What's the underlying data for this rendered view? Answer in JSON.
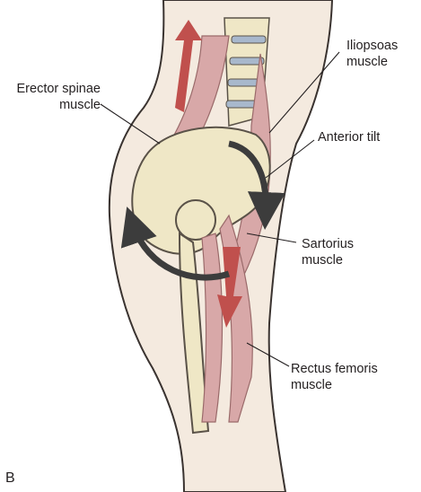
{
  "panel_letter": "B",
  "labels": {
    "erector_spinae": {
      "line1": "Erector spinae",
      "line2": "muscle"
    },
    "iliopsoas": {
      "line1": "Iliopsoas",
      "line2": "muscle"
    },
    "anterior_tilt": {
      "line1": "Anterior tilt"
    },
    "sartorius": {
      "line1": "Sartorius",
      "line2": "muscle"
    },
    "rectus_femoris": {
      "line1": "Rectus femoris",
      "line2": "muscle"
    }
  },
  "colors": {
    "skin": "#f4eadf",
    "skin_outline": "#3a3330",
    "bone": "#efe7c6",
    "bone_outline": "#5a5248",
    "muscle": "#d8a8a8",
    "muscle_line": "#9a6a6a",
    "muscle_arrow": "#c0504d",
    "rotation_arrow": "#3c3c3c",
    "leader_line": "#231f20",
    "vertebral_disc": "#a8b8cc"
  }
}
